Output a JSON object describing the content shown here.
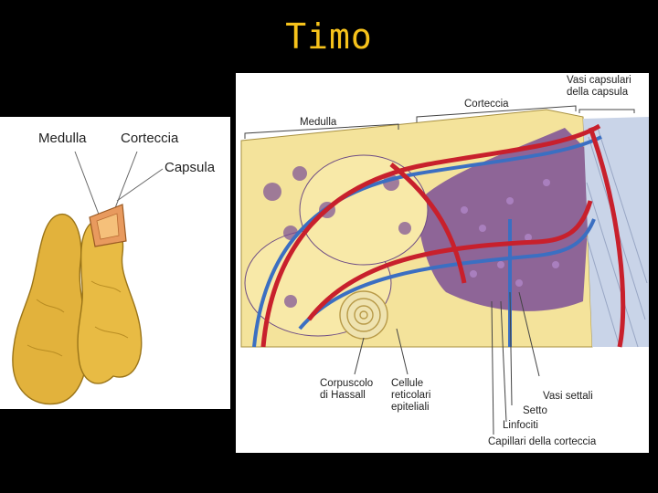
{
  "title": "Timo",
  "left_diagram": {
    "labels": {
      "medulla": "Medulla",
      "corteccia": "Corteccia",
      "capsula": "Capsula"
    }
  },
  "right_diagram": {
    "labels": {
      "medulla": "Medulla",
      "corteccia": "Corteccia",
      "vasi_capsulari": "Vasi capsulari\ndella capsula",
      "corpuscolo": "Corpuscolo\ndi Hassall",
      "cellule": "Cellule\nreticolari\nepiteliali",
      "vasi_settali": "Vasi settali",
      "setto": "Setto",
      "linfociti": "Linfociti",
      "capillari": "Capillari della corteccia"
    }
  },
  "colors": {
    "background": "#000000",
    "title": "#f6c21b",
    "gland": "#e0b43a",
    "medulla_fill": "#f6e7a6",
    "cortex_purple": "#7b4f96",
    "vessel_red": "#c8202c",
    "vessel_blue": "#3b6fc2"
  }
}
